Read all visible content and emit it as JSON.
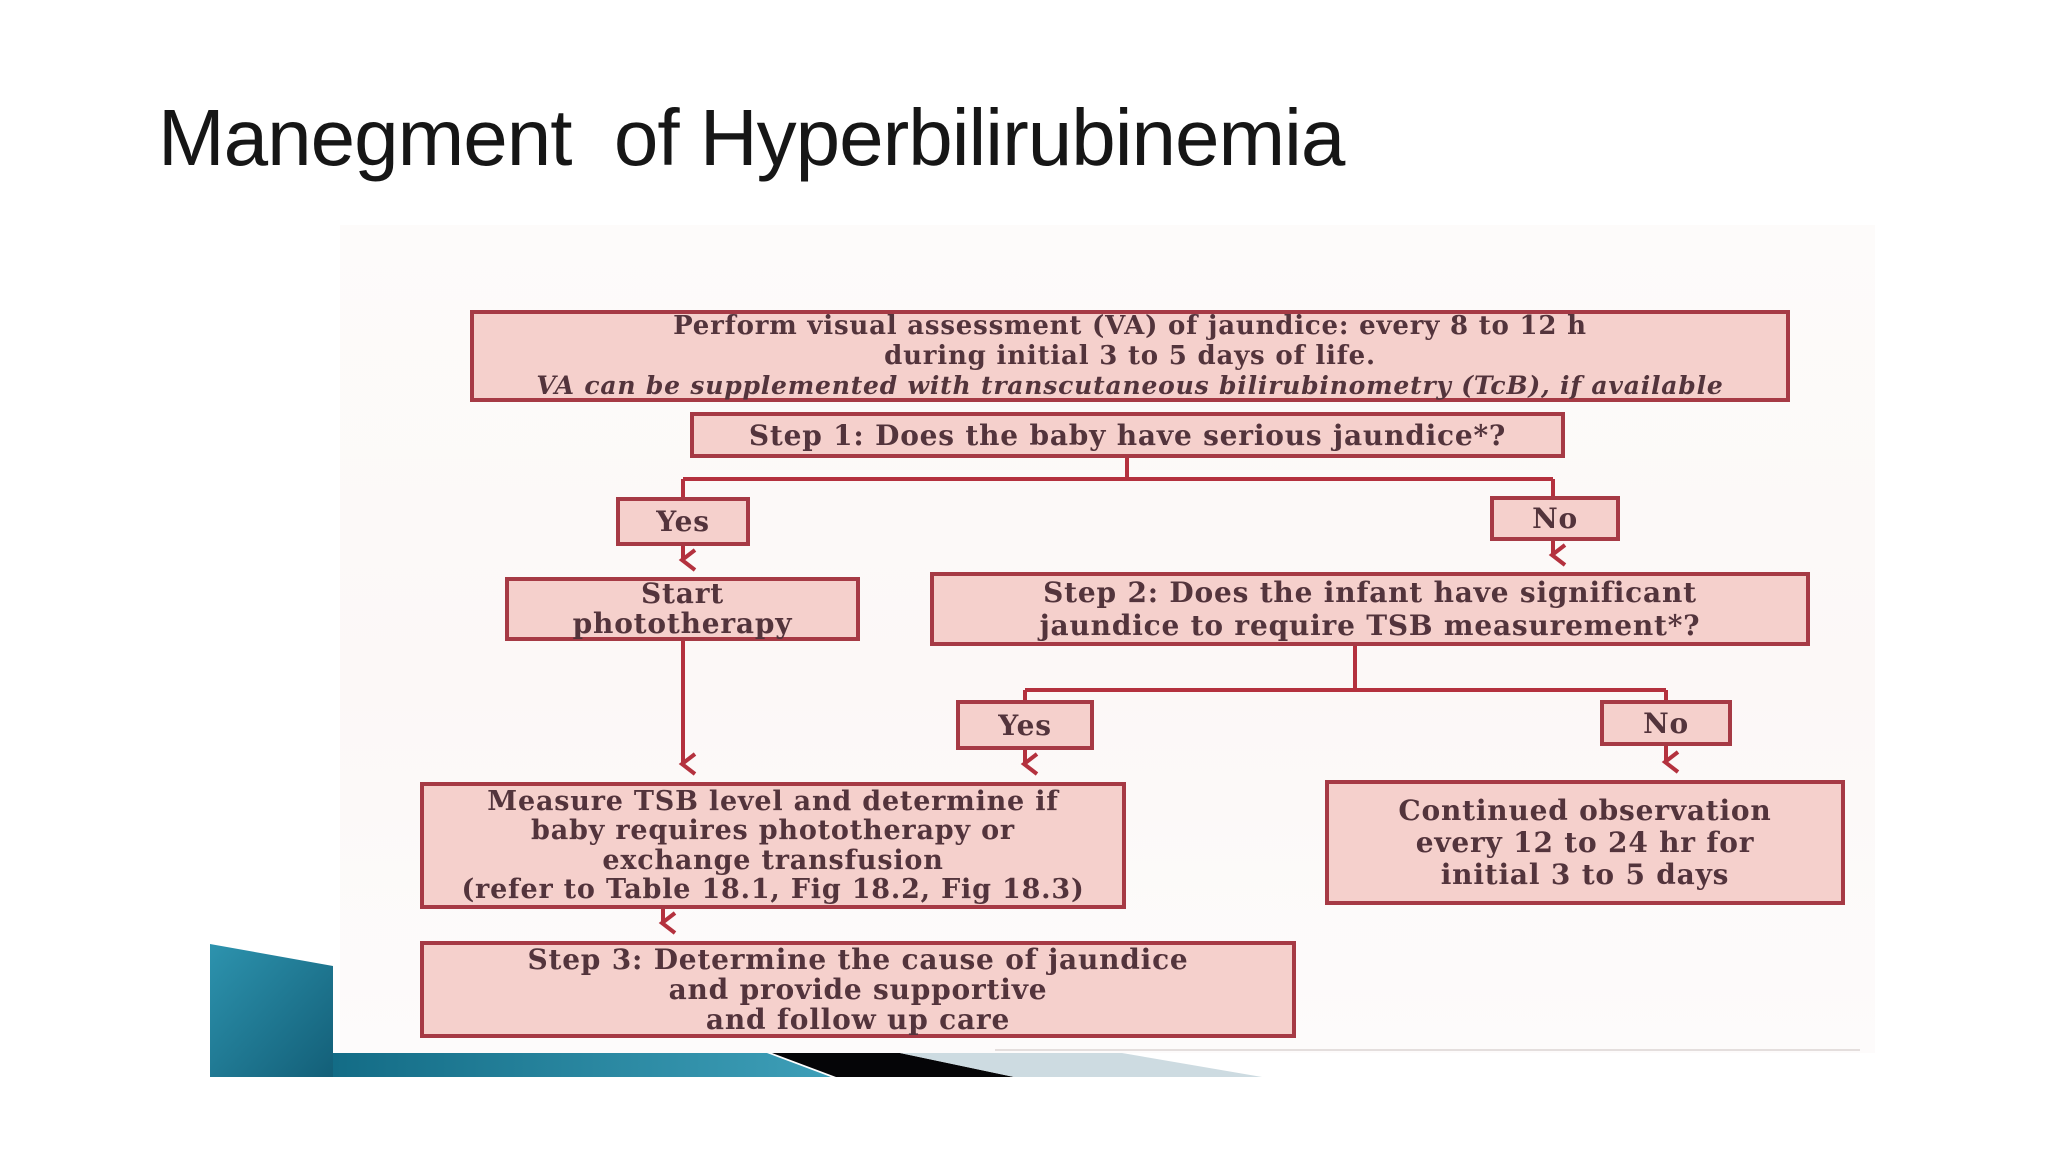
{
  "slide": {
    "title": "Manegment  of Hyperbilirubinemia"
  },
  "colors": {
    "box_fill": "#f5d0cc",
    "box_border": "#a63a45",
    "connector_red": "#b4313e",
    "box_text": "#53343c",
    "title_text": "#161616",
    "deco_teal_dark": "#135f78",
    "deco_teal_light": "#3e9fb8",
    "deco_black": "#050507",
    "deco_gray": "#cddbe1"
  },
  "flowchart": {
    "va_box": {
      "lines": [
        "Perform visual assessment (VA) of jaundice: every 8 to 12 h",
        "during initial 3 to 5 days of life."
      ],
      "italic_line": "VA can be supplemented with transcutaneous bilirubinometry (TcB), if available"
    },
    "step1_box": {
      "text": "Step 1: Does the baby have serious jaundice*?"
    },
    "yes1_box": {
      "text": "Yes"
    },
    "no1_box": {
      "text": "No"
    },
    "phototherapy_box": {
      "lines": [
        "Start",
        "phototherapy"
      ]
    },
    "step2_box": {
      "lines": [
        "Step 2: Does the infant have significant",
        "jaundice to require TSB measurement*?"
      ]
    },
    "yes2_box": {
      "text": "Yes"
    },
    "no2_box": {
      "text": "No"
    },
    "measure_box": {
      "lines": [
        "Measure TSB level and determine if",
        "baby requires phototherapy or",
        "exchange transfusion",
        "(refer to Table 18.1, Fig 18.2, Fig 18.3)"
      ]
    },
    "observation_box": {
      "lines": [
        "Continued observation",
        "every 12 to 24 hr for",
        "initial 3 to 5 days"
      ]
    },
    "step3_box": {
      "lines": [
        "Step 3: Determine the cause of jaundice",
        "and provide supportive",
        "and follow up care"
      ]
    }
  }
}
